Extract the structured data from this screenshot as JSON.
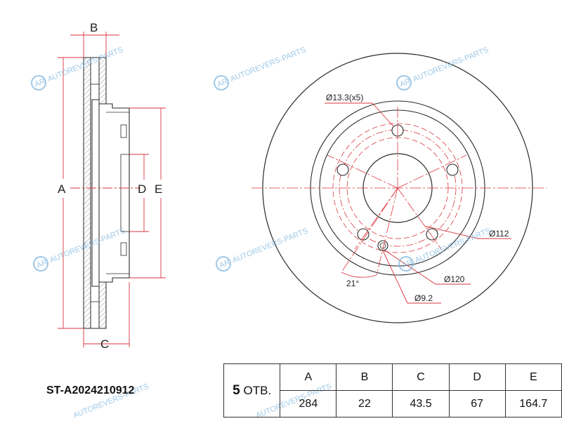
{
  "watermark": {
    "text": "AUTOREVERS-PARTS",
    "logo": "AR"
  },
  "side_view": {
    "labels": {
      "a": "A",
      "b": "B",
      "c": "C",
      "d": "D",
      "e": "E"
    }
  },
  "front_view": {
    "callouts": {
      "bolt_hole": "Ø13.3(x5)",
      "pcd_small": "Ø112",
      "pcd_large": "Ø120",
      "small_hole": "Ø9.2",
      "angle": "21°"
    }
  },
  "part_number": "ST-A2024210912",
  "spec_table": {
    "holes_count": "5",
    "holes_suffix": "ОТВ.",
    "headers": [
      "A",
      "B",
      "C",
      "D",
      "E"
    ],
    "values": [
      "284",
      "22",
      "43.5",
      "67",
      "164.7"
    ]
  },
  "colors": {
    "outline": "#2a2a2a",
    "centerline": "#d9363e",
    "watermark": "#7fb6df"
  }
}
